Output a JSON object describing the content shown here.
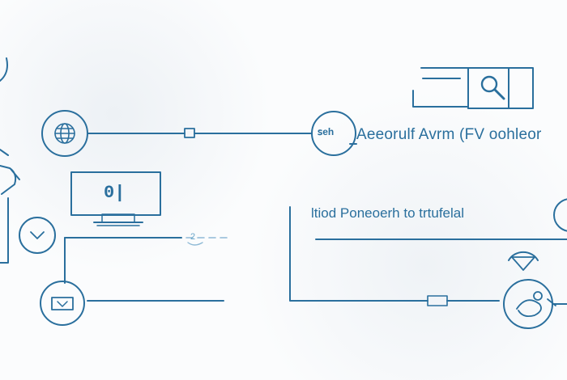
{
  "diagram": {
    "header_text": "Aeeorulf Avrm (FV oohleor",
    "section_text": "ltiod Poneoerh to trtufelal",
    "node_label": "ꜱeh",
    "small_label": "2",
    "monitor_label": "0|",
    "colors": {
      "line": "#2a6f9d",
      "line_light": "#8fbad6",
      "background": "#fbfcfd"
    },
    "icons": [
      "globe-icon",
      "monitor-icon",
      "shield-icon",
      "email-icon",
      "search-window-icon",
      "user-icon",
      "tool-icon"
    ]
  }
}
